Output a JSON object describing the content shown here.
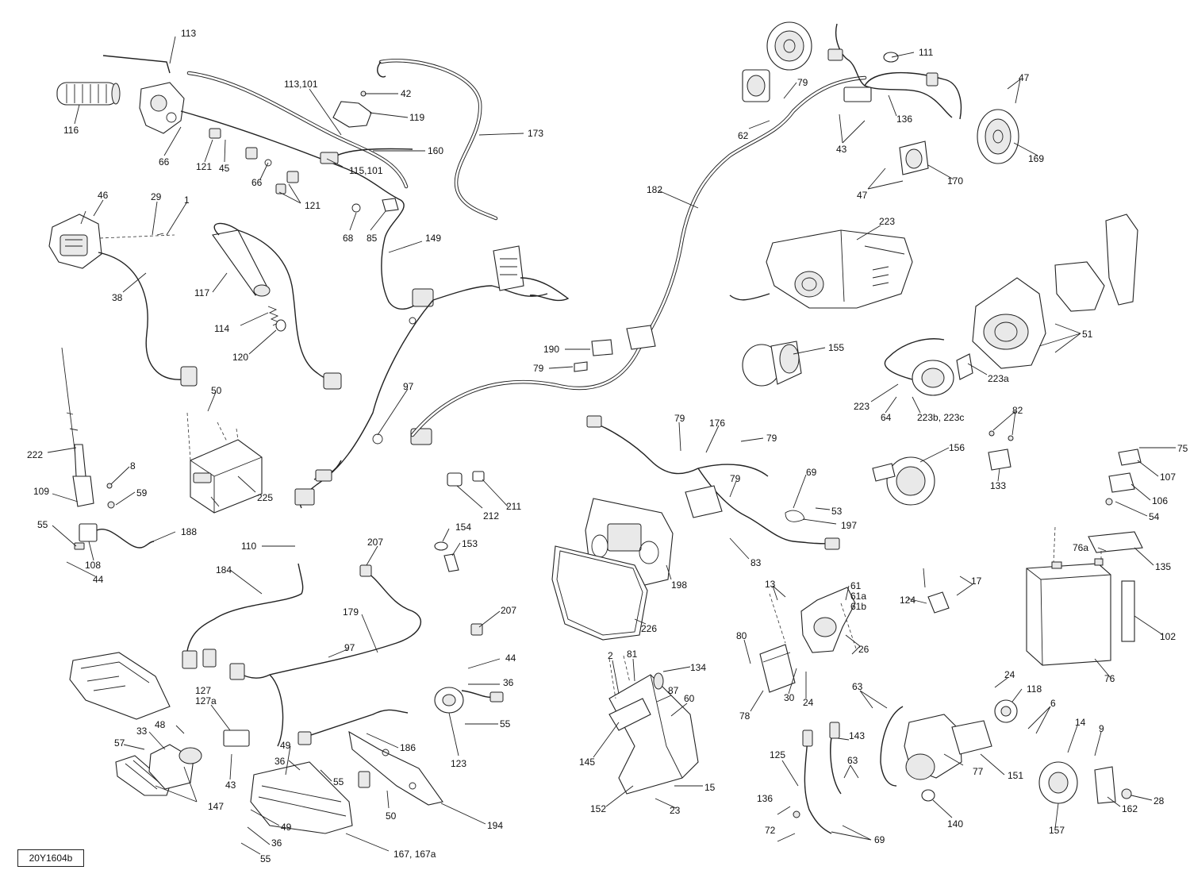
{
  "drawing_code": "20Y1604b",
  "callouts": [
    "113",
    "116",
    "66",
    "121",
    "45",
    "113,101",
    "42",
    "119",
    "160",
    "115,101",
    "66",
    "121",
    "173",
    "46",
    "29",
    "1",
    "38",
    "68",
    "85",
    "149",
    "117",
    "114",
    "120",
    "222",
    "50",
    "225",
    "8",
    "109",
    "59",
    "55",
    "108",
    "44",
    "188",
    "97",
    "190",
    "79",
    "182",
    "212",
    "211",
    "154",
    "153",
    "110",
    "184",
    "207",
    "179",
    "207",
    "97",
    "127",
    "127a",
    "48",
    "33",
    "57",
    "147",
    "43",
    "49",
    "36",
    "55",
    "49",
    "36",
    "55",
    "186",
    "50",
    "194",
    "167, 167a",
    "44",
    "36",
    "55",
    "123",
    "111",
    "79",
    "62",
    "47",
    "136",
    "43",
    "169",
    "47",
    "170",
    "223",
    "155",
    "51",
    "223a",
    "223",
    "64",
    "223b, 223c",
    "79",
    "176",
    "79",
    "79",
    "69",
    "53",
    "197",
    "83",
    "198",
    "226",
    "156",
    "82",
    "133",
    "75",
    "107",
    "106",
    "54",
    "135",
    "76a",
    "102",
    "76",
    "61",
    "61a",
    "61b",
    "13",
    "26",
    "124",
    "17",
    "80",
    "78",
    "30",
    "24",
    "2",
    "81",
    "134",
    "87",
    "60",
    "145",
    "152",
    "15",
    "23",
    "63",
    "143",
    "125",
    "63",
    "136",
    "72",
    "69",
    "77",
    "151",
    "140",
    "24",
    "118",
    "6",
    "14",
    "9",
    "157",
    "28",
    "162"
  ]
}
